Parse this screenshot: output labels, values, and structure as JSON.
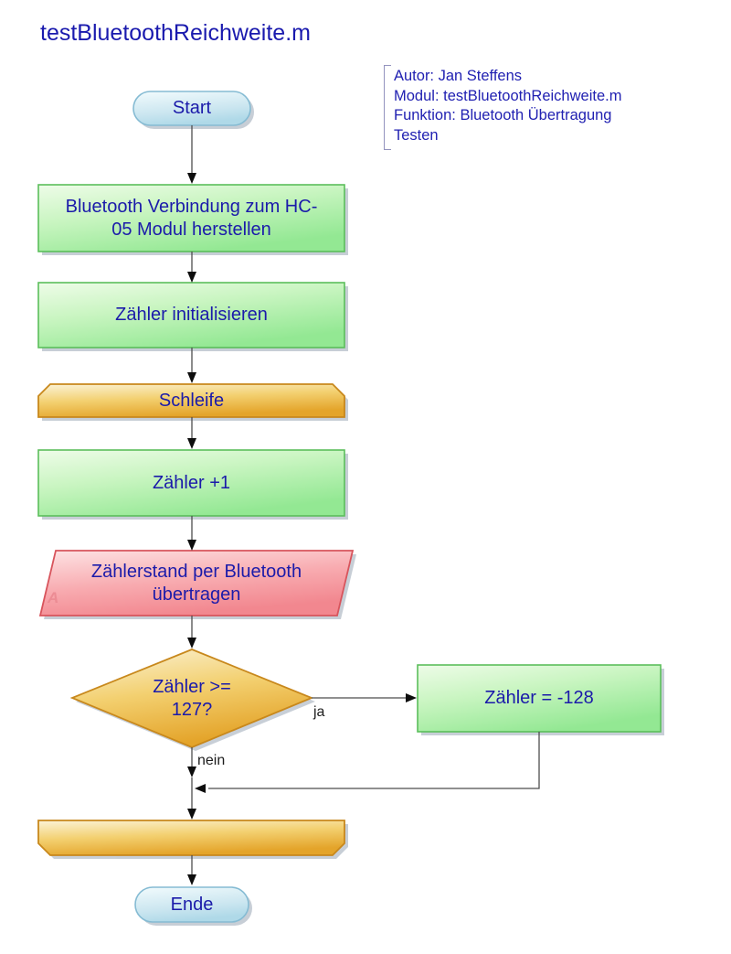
{
  "title": "testBluetoothReichweite.m",
  "comment": {
    "lines": [
      "Autor: Jan Steffens",
      "Modul: testBluetoothReichweite.m",
      "Funktion: Bluetooth Übertragung",
      "Testen"
    ]
  },
  "nodes": {
    "start": "Start",
    "connect": "Bluetooth Verbindung zum HC-\n05 Modul herstellen",
    "init": "Zähler initialisieren",
    "loop_start": "Schleife",
    "increment": "Zähler +1",
    "transmit": "Zählerstand per Bluetooth\nübertragen",
    "transmit_marker": "A",
    "decision": "Zähler >=\n127?",
    "reset": "Zähler = -128",
    "loop_end": "",
    "end": "Ende"
  },
  "edges": {
    "yes_label": "ja",
    "no_label": "nein"
  },
  "colors": {
    "background": "#FFFFFF",
    "title_text": "#1A1AAE",
    "node_text": "#1B1BAA",
    "edge_label_text": "#1C1C1C",
    "process_fill_light": "#EEFCE8",
    "process_fill_dark": "#93E893",
    "process_border": "#5BBE5B",
    "loop_fill_light": "#FBF3D8",
    "loop_fill_dark": "#E4A42A",
    "loop_border": "#C8881C",
    "io_fill_light": "#FDE3E4",
    "io_fill_dark": "#F2878F",
    "io_border": "#D8545C",
    "terminal_fill_light": "#F0FAFD",
    "terminal_fill_dark": "#AFD9E8",
    "terminal_border": "#85BBD3",
    "connector": "#4D4D4D",
    "shadow": "#9AA7B6",
    "marker_text": "#EC8C94"
  }
}
